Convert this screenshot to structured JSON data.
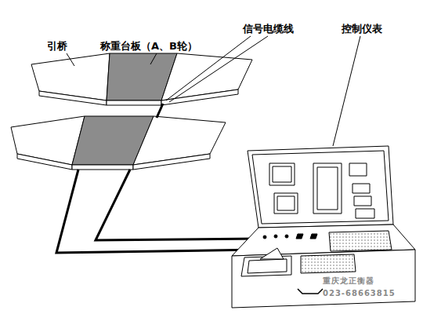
{
  "diagram": {
    "labels": [
      "引桥",
      "称重台板（A、B轮）",
      "信号电缆线",
      "控制仪表",
      "重庆龙正衡器",
      "023-68663815"
    ]
  }
}
